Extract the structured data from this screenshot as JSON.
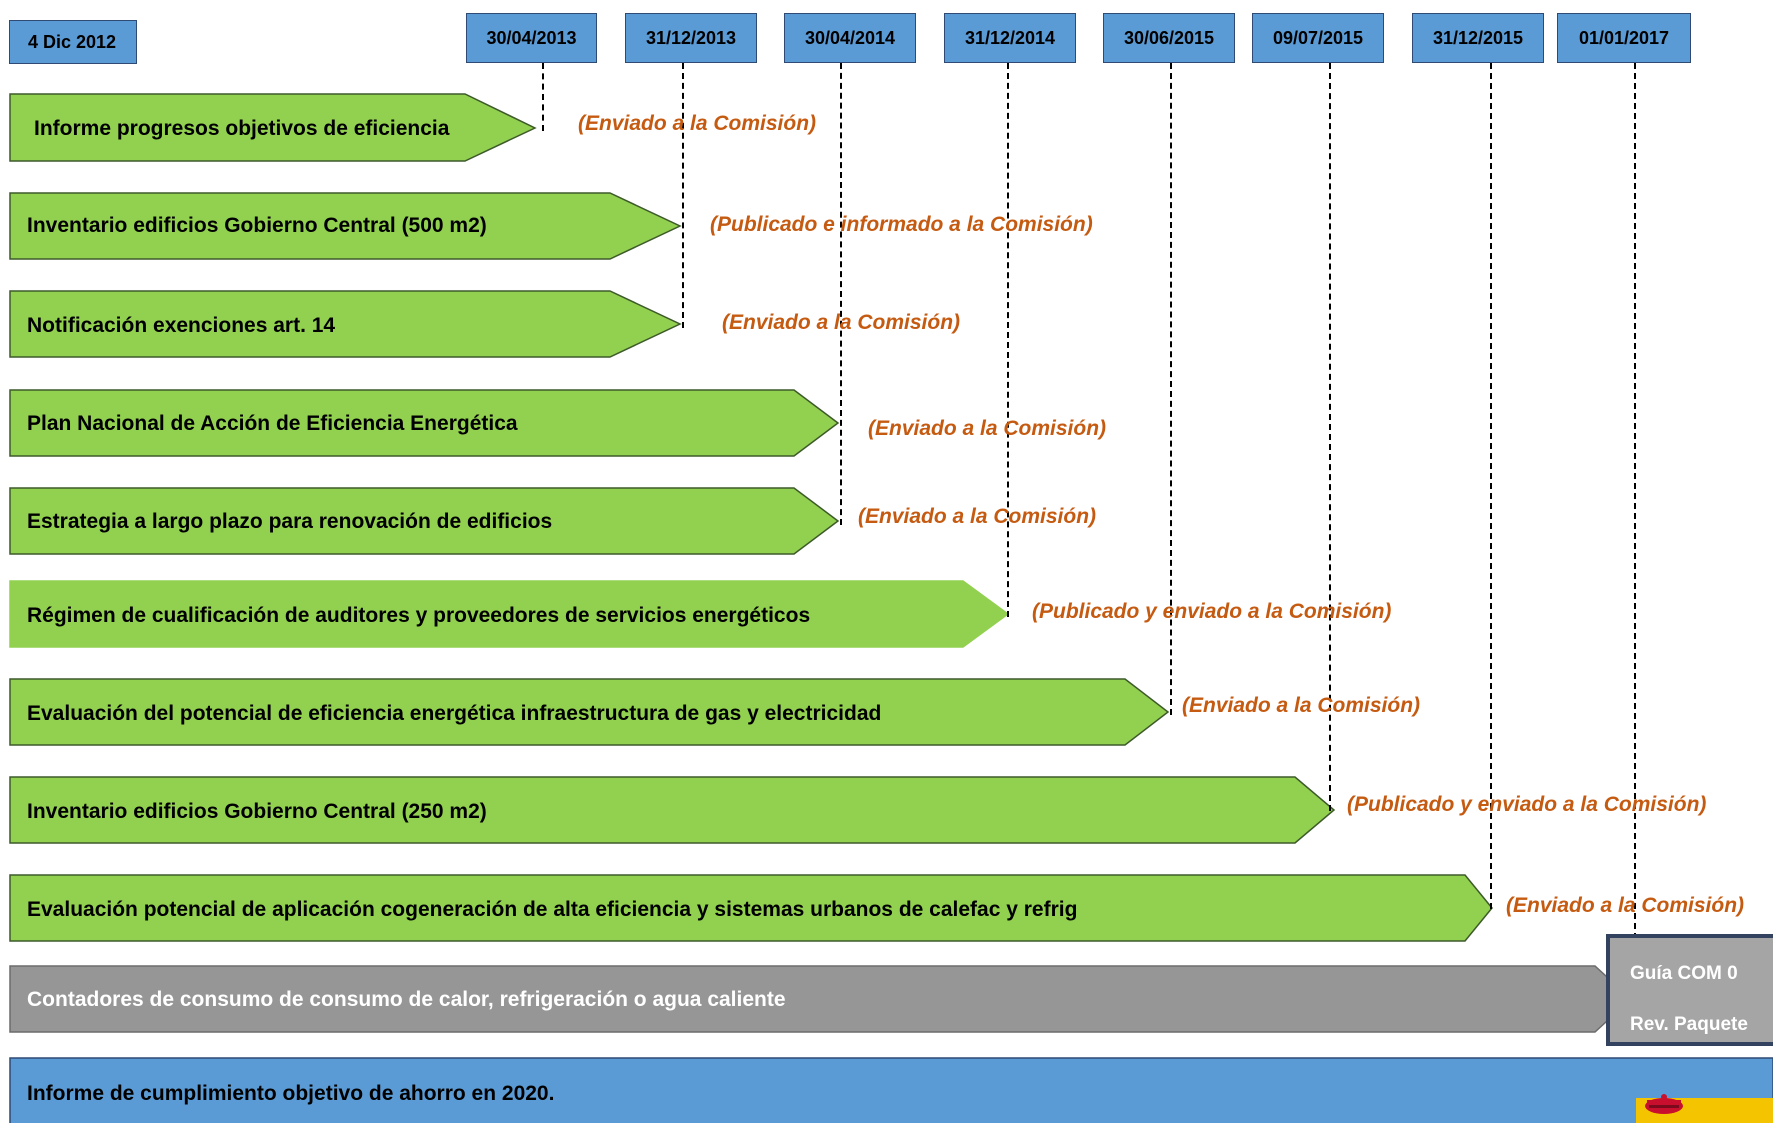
{
  "start_date": "4 Dic 2012",
  "dates": [
    "30/04/2013",
    "31/12/2013",
    "30/04/2014",
    "31/12/2014",
    "30/06/2015",
    "09/07/2015",
    "31/12/2015",
    "01/01/2017"
  ],
  "tasks": [
    {
      "label": "Informe progresos objetivos de eficiencia",
      "note": "(Enviado a  la Comisión)"
    },
    {
      "label": "Inventario edificios Gobierno Central  (500 m2)",
      "note": "(Publicado e informado a la Comisión)"
    },
    {
      "label": "Notificación exenciones art. 14",
      "note": "(Enviado a la Comisión)"
    },
    {
      "label": "Plan Nacional de Acción de Eficiencia Energética",
      "note": "(Enviado a la Comisión)"
    },
    {
      "label": "Estrategia a largo plazo para renovación de edificios",
      "note": "(Enviado a la Comisión)"
    },
    {
      "label": "Régimen de cualificación de auditores y proveedores de servicios energéticos",
      "note": "(Publicado y enviado a la Comisión)"
    },
    {
      "label": "Evaluación del potencial de eficiencia energética infraestructura de gas y electricidad",
      "note": "(Enviado a la Comisión)"
    },
    {
      "label": "Inventario edificios Gobierno Central  (250 m2)",
      "note": "(Publicado y enviado a la Comisión)"
    },
    {
      "label": "Evaluación potencial de aplicación cogeneración de alta eficiencia y sistemas urbanos de calefac y refrig",
      "note": "(Enviado a la Comisión)"
    },
    {
      "label": "Contadores de consumo de consumo de calor, refrigeración o agua caliente",
      "note": ""
    },
    {
      "label": "Informe de cumplimiento objetivo de ahorro en 2020.",
      "note": ""
    }
  ],
  "guia": {
    "line1": "Guía COM 0",
    "line2": "Rev. Paquete"
  },
  "colors": {
    "green": "#92d050",
    "gray": "#969696",
    "blue": "#5b9bd5",
    "note": "#c55a11",
    "datebox": "#5b9bd5"
  }
}
